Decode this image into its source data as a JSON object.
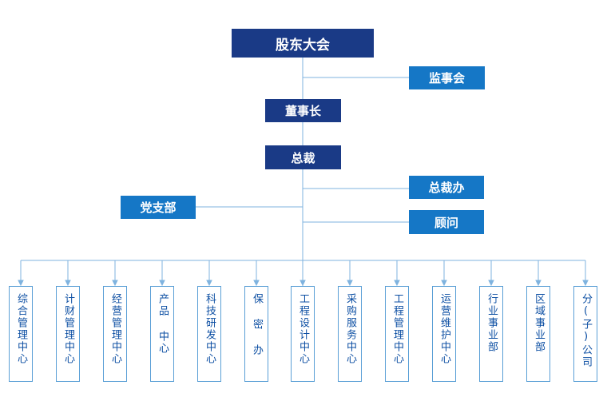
{
  "top": {
    "label": "股东大会"
  },
  "supervisory": {
    "label": "监事会"
  },
  "chairman": {
    "label": "董事长"
  },
  "president": {
    "label": "总裁"
  },
  "president_office": {
    "label": "总裁办"
  },
  "advisor": {
    "label": "顾问"
  },
  "party_branch": {
    "label": "党支部"
  },
  "departments": [
    {
      "label": "综合管理中心"
    },
    {
      "label": "计财管理中心"
    },
    {
      "label": "经营管理中心"
    },
    {
      "label": "产品 中心"
    },
    {
      "label": "科技研发中心"
    },
    {
      "label": "保 密 办"
    },
    {
      "label": "工程设计中心"
    },
    {
      "label": "采购服务中心"
    },
    {
      "label": "工程管理中心"
    },
    {
      "label": "运营维护中心"
    },
    {
      "label": "行业事业部"
    },
    {
      "label": "区域事业部"
    },
    {
      "label": "分(子)公司"
    }
  ],
  "colors": {
    "navy": "#1a3a86",
    "blue": "#1577c6",
    "line": "#5a9fd6",
    "dept_text": "#0d4fa3"
  }
}
